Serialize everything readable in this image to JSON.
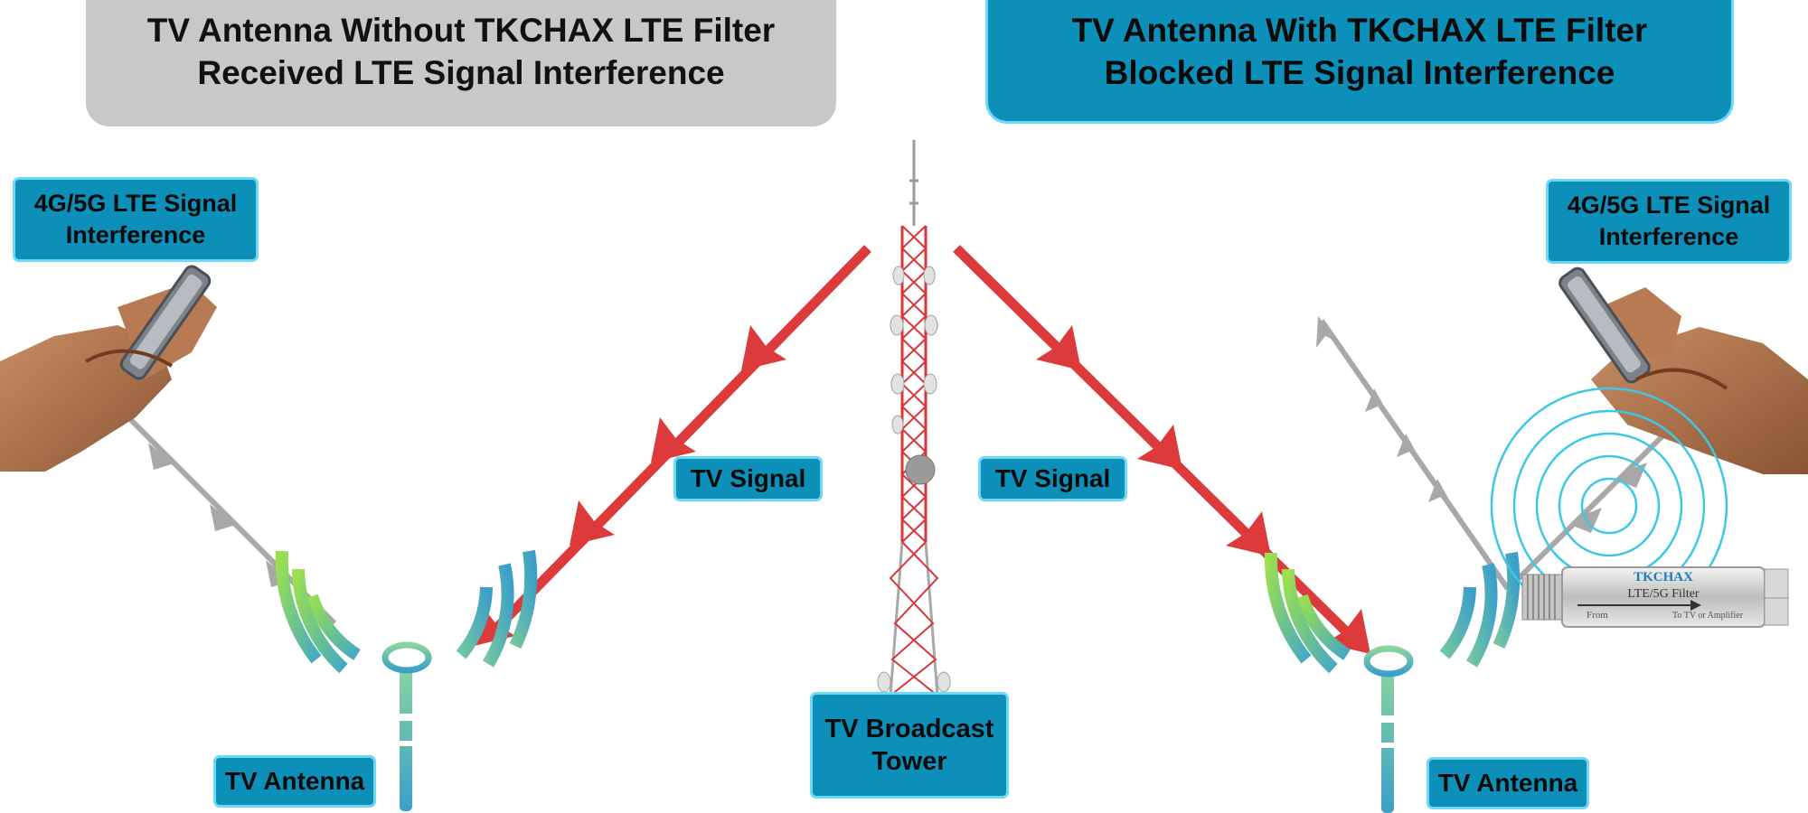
{
  "banners": {
    "left": {
      "line1": "TV Antenna Without TKCHAX LTE Filter",
      "line2": "Received LTE Signal Interference",
      "color": "#c8c8c8"
    },
    "right": {
      "line1": "TV Antenna With TKCHAX LTE Filter",
      "line2": "Blocked LTE Signal Interference",
      "color": "#0c8fb8"
    }
  },
  "labels": {
    "lte_left": {
      "line1": "4G/5G LTE Signal",
      "line2": "Interference"
    },
    "lte_right": {
      "line1": "4G/5G LTE Signal",
      "line2": "Interference"
    },
    "tv_signal_left": "TV Signal",
    "tv_signal_right": "TV Signal",
    "tv_antenna_left": "TV Antenna",
    "tv_antenna_right": "TV Antenna",
    "tower": {
      "line1": "TV Broadcast",
      "line2": "Tower"
    }
  },
  "filter": {
    "brand": "TKCHAX",
    "model": "LTE/5G Filter",
    "from_text": "From",
    "to_text": "To TV or Amplifier"
  },
  "colors": {
    "tv_signal": "#dd3b3b",
    "lte_signal": "#a8a8a8",
    "label_fill": "#0c8fb8",
    "label_border": "#6fd8f2",
    "rings": "#3cc8e6",
    "tower": "#d8363a"
  },
  "icons": [
    "smartphone-hand-icon",
    "tv-antenna-icon",
    "broadcast-tower-icon",
    "lte-filter-icon",
    "signal-waves-icon"
  ]
}
